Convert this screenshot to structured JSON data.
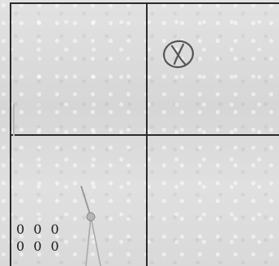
{
  "board": {
    "cells": [
      {
        "row": 1,
        "col": 1,
        "mark": ""
      },
      {
        "row": 1,
        "col": 2,
        "mark": "X"
      },
      {
        "row": 2,
        "col": 1,
        "mark": ""
      },
      {
        "row": 2,
        "col": 2,
        "mark": ""
      }
    ]
  },
  "marks": {
    "x_symbol": "X",
    "x_style": "circled-x-icon"
  },
  "score": {
    "line1": "0 0 0",
    "line2": "0 0 0"
  },
  "colors": {
    "grid": "#2a2a2a",
    "background": "#dcdcdc",
    "mark_stroke": "#555555"
  }
}
